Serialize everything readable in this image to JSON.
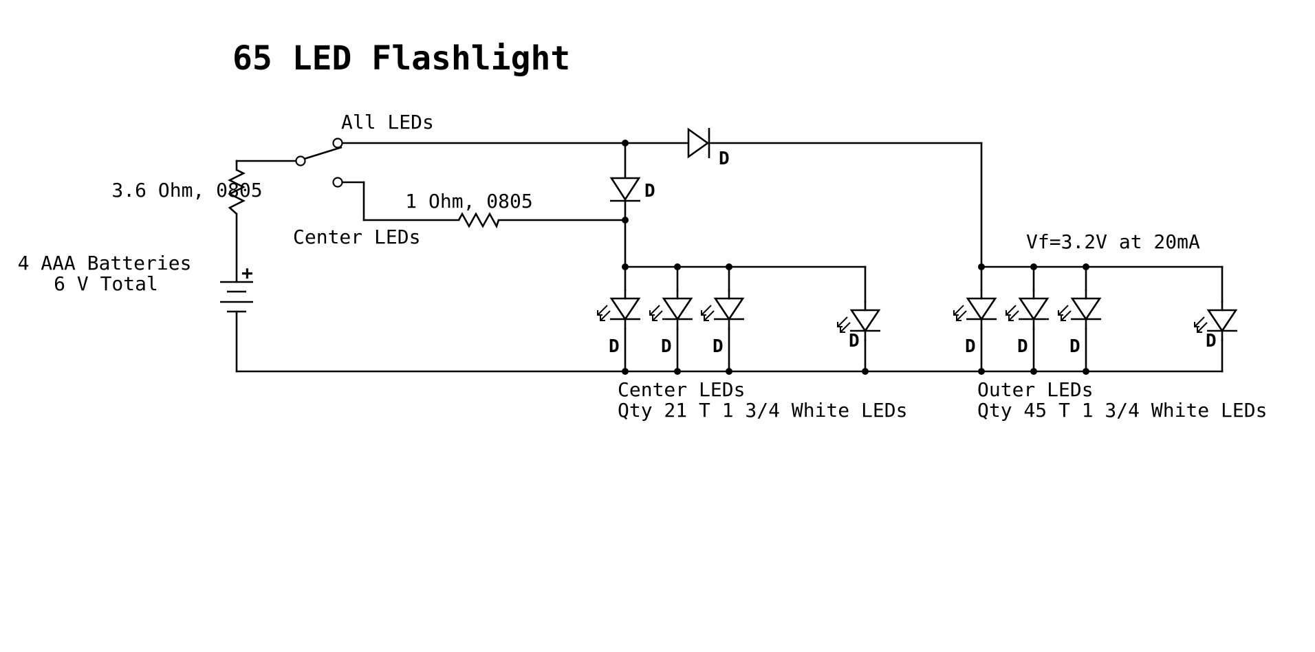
{
  "title": "65 LED Flashlight",
  "switch": {
    "pos_all": "All LEDs",
    "pos_center": "Center LEDs"
  },
  "battery": {
    "label_line1": "4 AAA Batteries",
    "label_line2": "6 V Total",
    "plus": "+"
  },
  "resistors": {
    "main": "3.6 Ohm, 0805",
    "center": "1 Ohm, 0805"
  },
  "diode_ref": "D",
  "vf_note": "Vf=3.2V at 20mA",
  "center_bank": {
    "name": "Center LEDs",
    "qty": "Qty 21 T 1 3/4 White LEDs"
  },
  "outer_bank": {
    "name": "Outer LEDs",
    "qty": "Qty 45 T 1 3/4 White LEDs"
  }
}
